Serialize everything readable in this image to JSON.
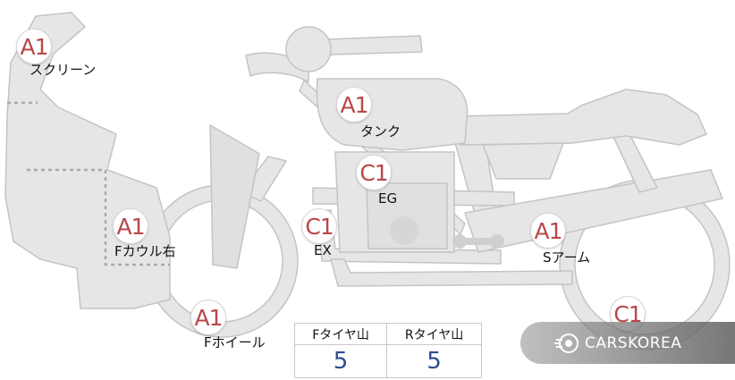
{
  "parts": [
    {
      "id": "screen",
      "grade": "A1",
      "label": "スクリーン"
    },
    {
      "id": "tank",
      "grade": "A1",
      "label": "タンク"
    },
    {
      "id": "engine",
      "grade": "C1",
      "label": "EG"
    },
    {
      "id": "front-cowl",
      "grade": "A1",
      "label": "Fカウル右"
    },
    {
      "id": "exhaust",
      "grade": "C1",
      "label": "EX"
    },
    {
      "id": "swing-arm",
      "grade": "A1",
      "label": "Sアーム"
    },
    {
      "id": "front-wheel",
      "grade": "A1",
      "label": "Fホイール"
    },
    {
      "id": "rear-wheel",
      "grade": "C1",
      "label": ""
    }
  ],
  "tread": {
    "front_label": "Fタイヤ山",
    "rear_label": "Rタイヤ山",
    "front_value": "5",
    "rear_value": "5"
  },
  "watermark": {
    "text": "CARSKOREA",
    "icon": "carskorea-logo-icon"
  },
  "colors": {
    "grade": "#b8484a",
    "tread_value": "#2f4e8c",
    "bike_fill": "#e6e6e6",
    "bike_stroke": "#c4c4c4"
  }
}
